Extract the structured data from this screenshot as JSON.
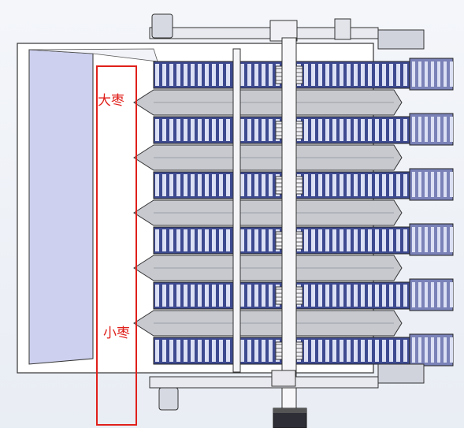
{
  "annotations": {
    "big_label": "大枣",
    "small_label": "小枣"
  },
  "colors": {
    "frame": "#333333",
    "hopper": "#cdd0ee",
    "roller": "#3d4a90",
    "roller_light": "#dce0f4",
    "plate": "#c7c9cf",
    "annotation": "#e0201b"
  },
  "model": {
    "roller_rows": 6,
    "separator_plates": 5
  }
}
